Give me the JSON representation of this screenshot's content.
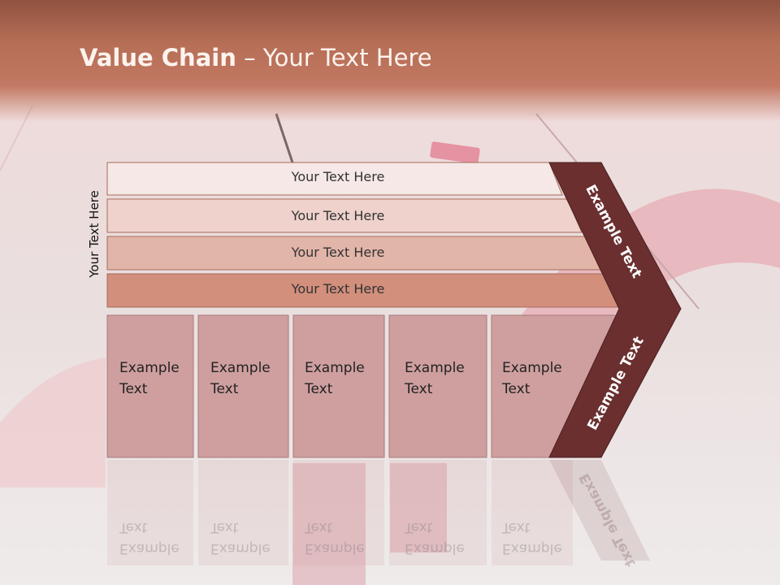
{
  "slide": {
    "title_bold": "Value Chain",
    "title_rest": " – Your Text Here",
    "side_label": "Your Text Here"
  },
  "bars": [
    {
      "label": "Your Text Here",
      "color": "#f5e8e6"
    },
    {
      "label": "Your Text Here",
      "color": "#eed2cb"
    },
    {
      "label": "Your Text Here",
      "color": "#e2b5a9"
    },
    {
      "label": "Your Text Here",
      "color": "#d28f7c"
    }
  ],
  "columns": [
    {
      "line1": "Example",
      "line2": "Text"
    },
    {
      "line1": "Example",
      "line2": "Text"
    },
    {
      "line1": "Example",
      "line2": "Text"
    },
    {
      "line1": "Example",
      "line2": "Text"
    },
    {
      "line1": "Example",
      "line2": "Text"
    }
  ],
  "chevron": {
    "upper_text": "Example Text",
    "lower_text": "Example Text",
    "color": "#6b2f2f"
  },
  "colors": {
    "header": "#b66e56",
    "column_fill": "#cf9fa0",
    "column_border": "#a77879"
  }
}
